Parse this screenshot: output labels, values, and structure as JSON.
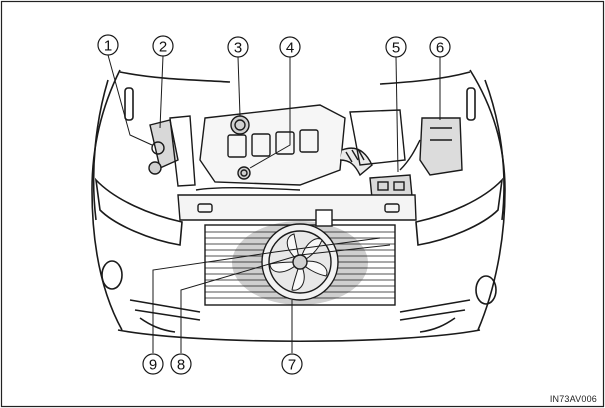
{
  "diagram": {
    "callouts": [
      {
        "id": "1",
        "label": "1"
      },
      {
        "id": "2",
        "label": "2"
      },
      {
        "id": "3",
        "label": "3"
      },
      {
        "id": "4",
        "label": "4"
      },
      {
        "id": "5",
        "label": "5"
      },
      {
        "id": "6",
        "label": "6"
      },
      {
        "id": "7",
        "label": "7"
      },
      {
        "id": "8",
        "label": "8"
      },
      {
        "id": "9",
        "label": "9"
      }
    ],
    "reference_code": "IN73AV006"
  },
  "colors": {
    "line": "#1a1a1a",
    "highlight": "#c8c8c8",
    "background": "#ffffff"
  }
}
